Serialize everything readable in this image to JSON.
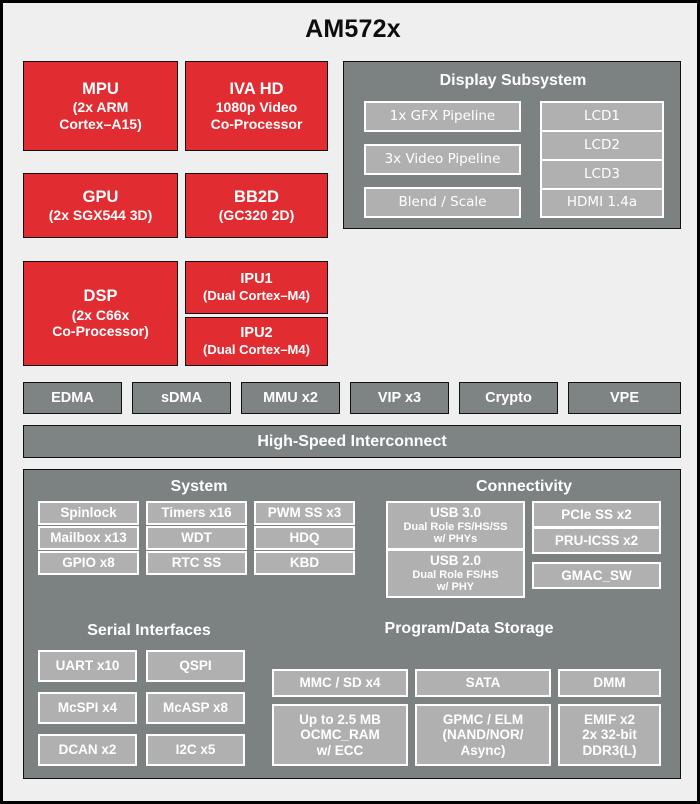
{
  "title": "AM572x",
  "colors": {
    "core_red": "#e12d32",
    "panel_gray": "#7c8182",
    "bar_gray": "#7e8384",
    "chip_gray": "#b0b0b0",
    "background": "#efefef",
    "outline": "#000000",
    "text_on_color": "#ffffff"
  },
  "cores": [
    {
      "name": "mpu",
      "line1": "MPU",
      "line2": "(2x ARM",
      "line3": "Cortex–A15)"
    },
    {
      "name": "ivahd",
      "line1": "IVA HD",
      "line2": "1080p Video",
      "line3": "Co-Processor"
    },
    {
      "name": "gpu",
      "line1": "GPU",
      "line2": "(2x SGX544 3D)",
      "line3": ""
    },
    {
      "name": "bb2d",
      "line1": "BB2D",
      "line2": "(GC320 2D)",
      "line3": ""
    },
    {
      "name": "dsp",
      "line1": "DSP",
      "line2": "(2x C66x",
      "line3": "Co-Processor)"
    },
    {
      "name": "ipu1",
      "line1": "IPU1",
      "line2": "(Dual Cortex–M4)",
      "line3": ""
    },
    {
      "name": "ipu2",
      "line1": "IPU2",
      "line2": "(Dual Cortex–M4)",
      "line3": ""
    }
  ],
  "display_subsystem": {
    "title": "Display Subsystem",
    "pipelines": [
      "1x GFX Pipeline",
      "3x Video Pipeline",
      "Blend / Scale"
    ],
    "outputs": [
      "LCD1",
      "LCD2",
      "LCD3",
      "HDMI 1.4a"
    ]
  },
  "accelerator_bar": [
    "EDMA",
    "sDMA",
    "MMU x2",
    "VIP x3",
    "Crypto",
    "VPE"
  ],
  "interconnect": "High-Speed Interconnect",
  "system": {
    "title": "System",
    "items": [
      "Spinlock",
      "Timers x16",
      "PWM SS x3",
      "Mailbox x13",
      "WDT",
      "HDQ",
      "GPIO x8",
      "RTC SS",
      "KBD"
    ]
  },
  "connectivity": {
    "title": "Connectivity",
    "usb": [
      {
        "name": "USB 3.0",
        "sub1": "Dual Role FS/HS/SS",
        "sub2": "w/ PHYs"
      },
      {
        "name": "USB 2.0",
        "sub1": "Dual Role FS/HS",
        "sub2": "w/ PHY"
      }
    ],
    "others": [
      "PCIe SS x2",
      "PRU-ICSS x2",
      "GMAC_SW"
    ]
  },
  "serial_interfaces": {
    "title": "Serial Interfaces",
    "items": [
      "UART x10",
      "QSPI",
      "McSPI x4",
      "McASP x8",
      "DCAN x2",
      "I2C x5"
    ]
  },
  "storage": {
    "title": "Program/Data Storage",
    "row1": [
      "MMC / SD x4",
      "SATA",
      "DMM"
    ],
    "row2": [
      {
        "l1": "Up to 2.5 MB",
        "l2": "OCMC_RAM",
        "l3": "w/ ECC"
      },
      {
        "l1": "GPMC / ELM",
        "l2": "(NAND/NOR/",
        "l3": "Async)"
      },
      {
        "l1": "EMIF x2",
        "l2": "2x 32-bit",
        "l3": "DDR3(L)"
      }
    ]
  }
}
